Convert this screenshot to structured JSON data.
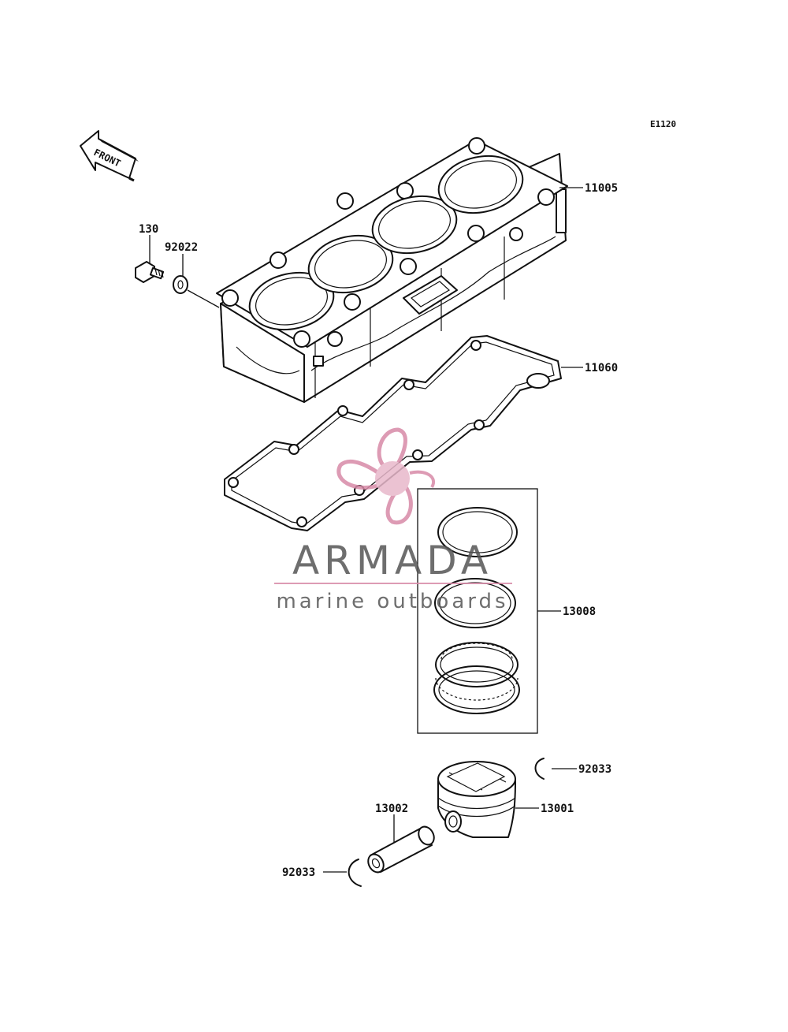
{
  "diagram_code": "E1120",
  "front_arrow_label": "FRONT",
  "colors": {
    "line": "#111111",
    "watermark_gray": "#555555",
    "watermark_pink": "#d88aa8"
  },
  "parts": {
    "cylinder": "11005",
    "cylinder_gasket": "11060",
    "bolt": "130",
    "washer": "92022",
    "piston_ring_set": "13008",
    "piston": "13001",
    "piston_pin": "13002",
    "snap_ring_right": "92033",
    "snap_ring_left": "92033"
  },
  "watermark": {
    "brand": "ARMADA",
    "tagline": "marine outboards"
  }
}
